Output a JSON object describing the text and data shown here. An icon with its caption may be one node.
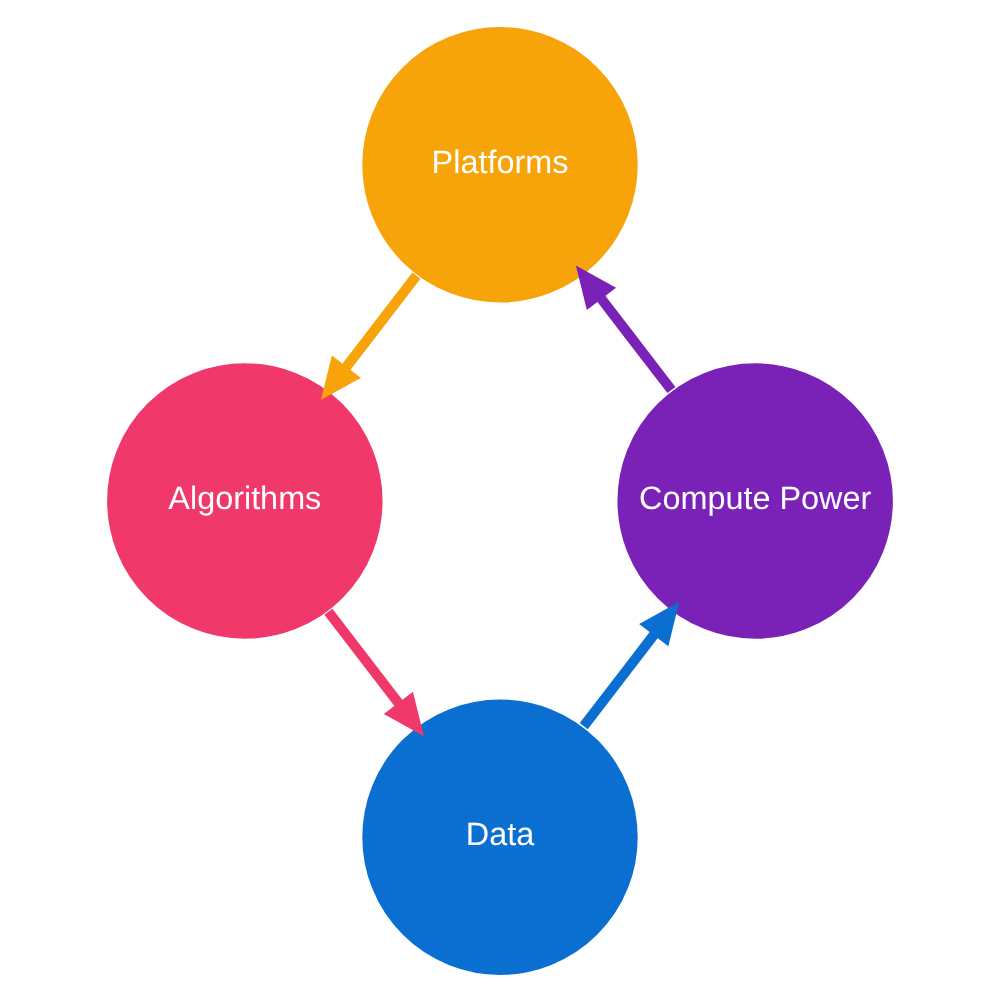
{
  "diagram": {
    "nodes": [
      {
        "text": [
          "Platforms"
        ]
      },
      {
        "text": [
          "Algorithms"
        ]
      },
      {
        "text": [
          "Data"
        ]
      },
      {
        "text": [
          "Compute Power"
        ]
      }
    ],
    "edges": [
      {
        "from": 0,
        "to": 1,
        "arrow": "to",
        "color": "#f7a30a"
      },
      {
        "from": 1,
        "to": 2,
        "arrow": "to",
        "color": "#f0386b"
      },
      {
        "from": 2,
        "to": 3,
        "arrow": "to",
        "color": "#0a6fd0"
      },
      {
        "from": 3,
        "to": 0,
        "arrow": "to",
        "color": "#7a22b8"
      }
    ]
  }
}
